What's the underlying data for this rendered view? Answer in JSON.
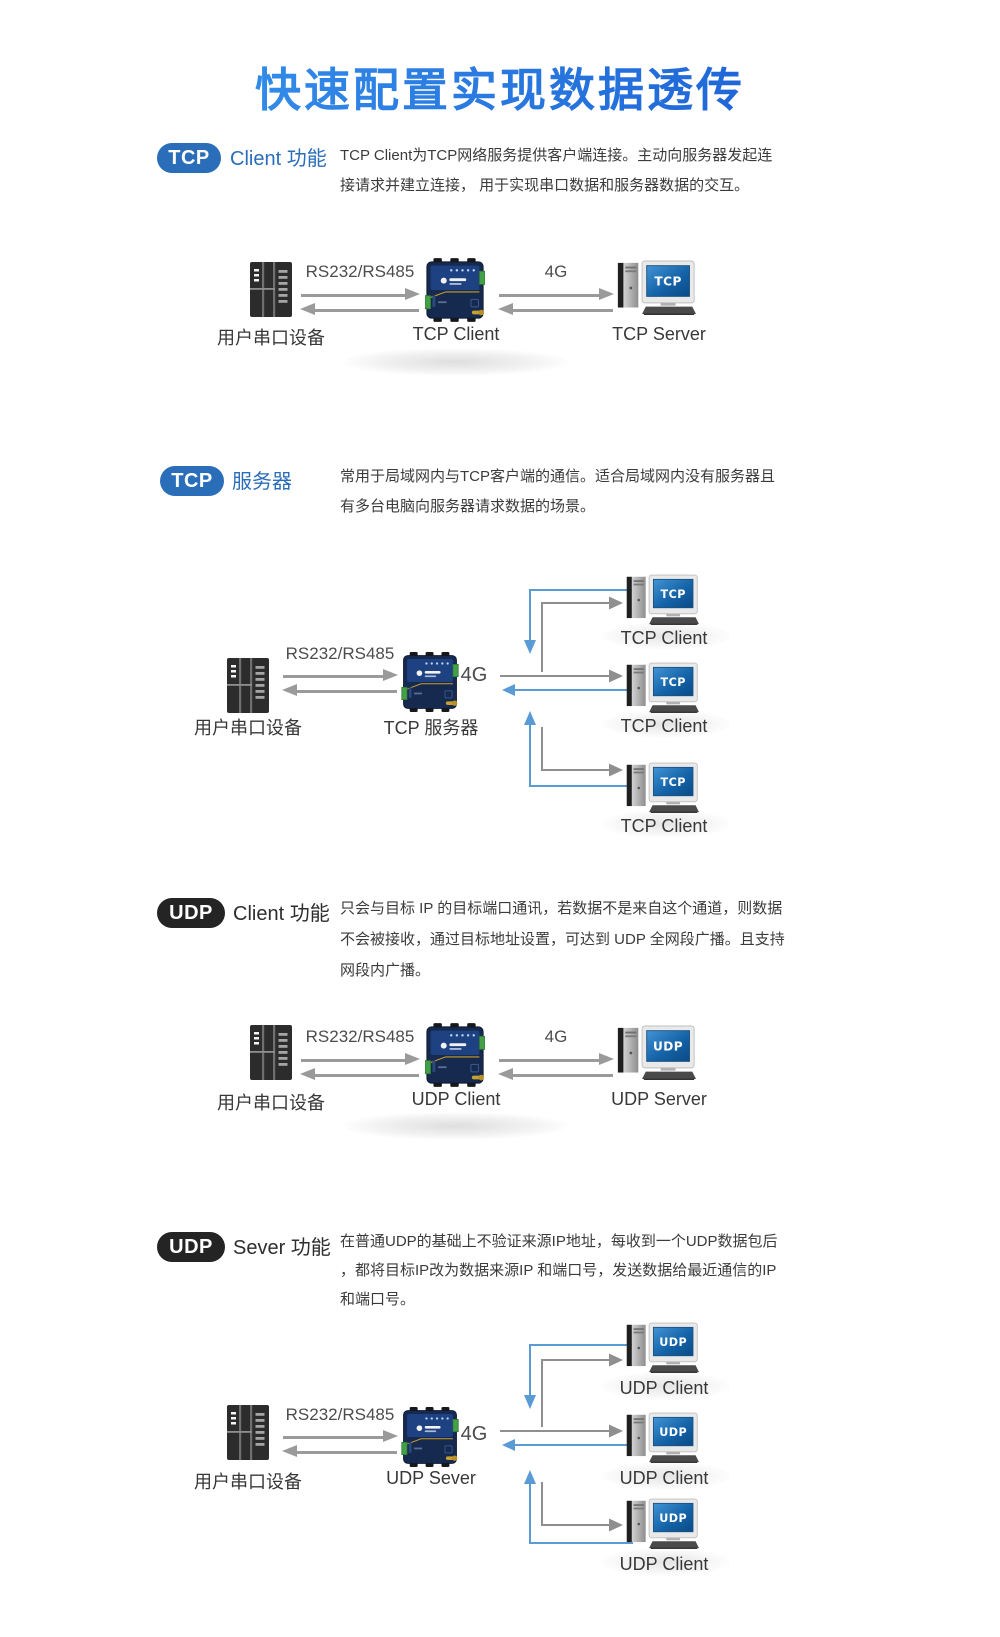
{
  "title": "快速配置实现数据透传",
  "shared": {
    "serial_device_label": "用户串口设备",
    "serial_link_label": "RS232/RS485",
    "wan_link_label": "4G"
  },
  "sections": [
    {
      "badge": "TCP",
      "name": "Client 功能",
      "desc": [
        "TCP Client为TCP网络服务提供客户端连接。主动向服务器发起连",
        "接请求并建立连接， 用于实现串口数据和服务器数据的交互。"
      ],
      "device_label": "TCP Client",
      "peer_label": "TCP Server",
      "screen_text": "TCP"
    },
    {
      "badge": "TCP",
      "name": "服务器",
      "desc": [
        "常用于局域网内与TCP客户端的通信。适合局域网内没有服务器且",
        "有多台电脑向服务器请求数据的场景。"
      ],
      "device_label": "TCP 服务器",
      "screen_text": "TCP",
      "clients": [
        "TCP Client",
        "TCP Client",
        "TCP Client"
      ]
    },
    {
      "badge": "UDP",
      "name": "Client 功能",
      "desc": [
        "只会与目标 IP 的目标端口通讯，若数据不是来自这个通道，则数据",
        "不会被接收，通过目标地址设置，可达到 UDP 全网段广播。且支持",
        "网段内广播。"
      ],
      "device_label": "UDP Client",
      "peer_label": "UDP Server",
      "screen_text": "UDP"
    },
    {
      "badge": "UDP",
      "name": "Sever 功能",
      "desc": [
        "在普通UDP的基础上不验证来源IP地址，每收到一个UDP数据包后",
        "，都将目标IP改为数据来源IP 和端口号，发送数据给最近通信的IP",
        "和端口号。"
      ],
      "device_label": "UDP Sever",
      "screen_text": "UDP",
      "clients": [
        "UDP Client",
        "UDP Client",
        "UDP Client"
      ]
    }
  ],
  "colors": {
    "title_gradient_start": "#3897ee",
    "title_gradient_end": "#1c5fd4",
    "tcp_accent": "#2a6db8",
    "udp_accent": "#242424",
    "arrow_gray": "#9a9a9a",
    "fanout_blue": "#5b9bd5",
    "text_dark": "#3b3b3b"
  }
}
